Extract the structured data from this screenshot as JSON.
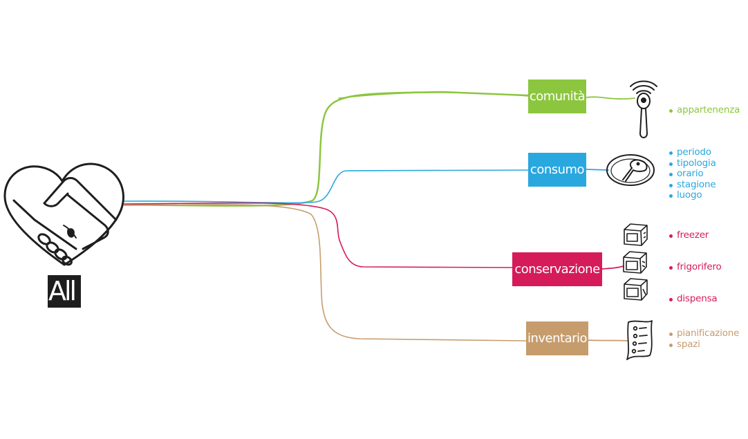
{
  "logo": {
    "label": "All"
  },
  "colors": {
    "comunita": "#8cc63e",
    "consumo": "#29a7df",
    "conservazione": "#d51b5a",
    "inventario": "#c69c6d",
    "ink": "#1e1e1e"
  },
  "branches": [
    {
      "id": "comunita",
      "label": "comunità",
      "icon": "wifi-spoon-icon",
      "items": [
        "appartenenza"
      ]
    },
    {
      "id": "consumo",
      "label": "consumo",
      "icon": "plate-icon",
      "items": [
        "periodo",
        "tipologia",
        "orario",
        "stagione",
        "luogo"
      ]
    },
    {
      "id": "conservazione",
      "label": "conservazione",
      "icon": "storage-cubes-icon",
      "items": [
        "freezer",
        "frigorifero",
        "dispensa"
      ]
    },
    {
      "id": "inventario",
      "label": "inventario",
      "icon": "checklist-scroll-icon",
      "items": [
        "pianificazione",
        "spazi"
      ]
    }
  ]
}
